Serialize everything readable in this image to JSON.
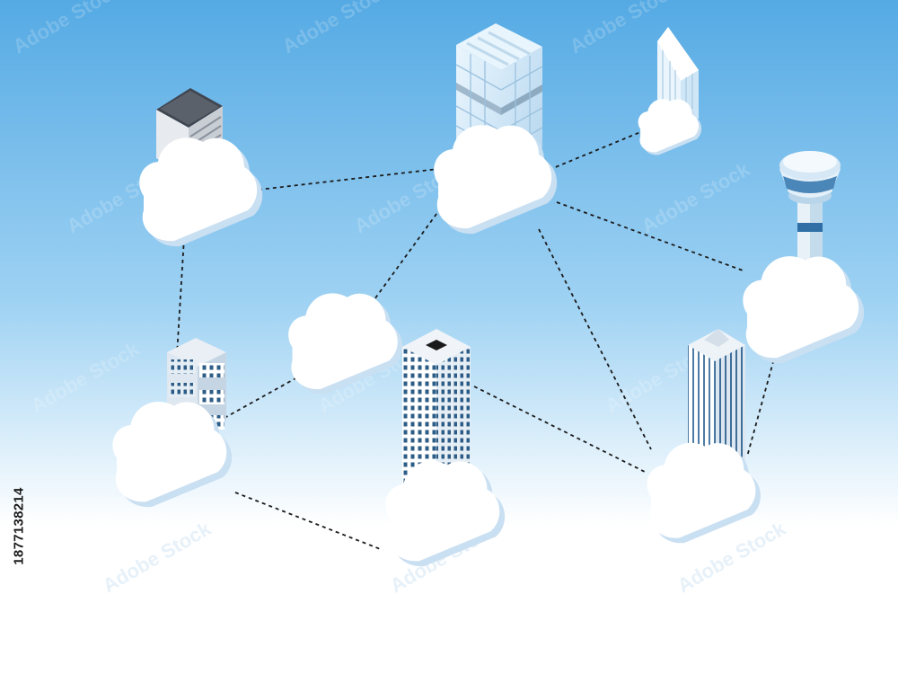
{
  "image": {
    "description_id": "1877138214",
    "stock_id_text": "1877138214",
    "watermark_text": "Adobe Stock"
  },
  "colors": {
    "sky_top": "#5aaee6",
    "sky_mid": "#a8d6f4",
    "sky_bottom": "#ffffff",
    "cloud_face": "#ffffff",
    "cloud_edge": "#c7ddf1",
    "connector": "#1b1b1b"
  }
}
